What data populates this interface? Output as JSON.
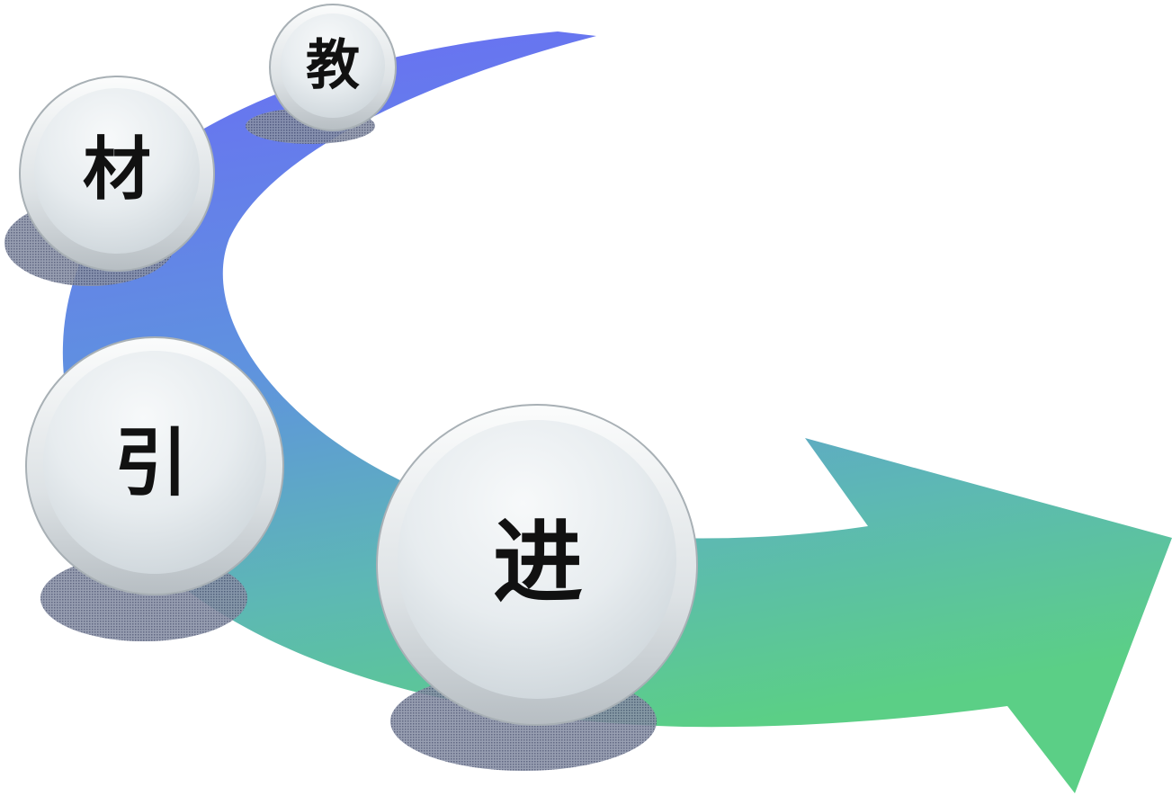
{
  "diagram": {
    "bubbles": [
      {
        "id": "jiao",
        "label": "教"
      },
      {
        "id": "cai",
        "label": "材"
      },
      {
        "id": "yin",
        "label": "引"
      },
      {
        "id": "jin",
        "label": "进"
      }
    ],
    "colors": {
      "arrow_top": "#6a6cf5",
      "arrow_mid": "#5d9ed8",
      "arrow_bottom": "#5bcf86",
      "bubble_rim": "#c9cdd1",
      "bubble_face": "#e6ebee",
      "shadow": "#6c7592"
    }
  }
}
